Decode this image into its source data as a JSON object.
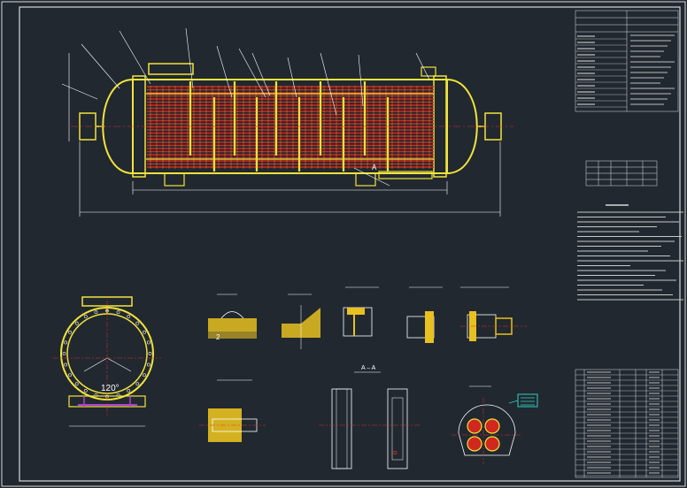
{
  "drawing": {
    "views": {
      "section_aa": "A – A",
      "angle_label": "120°",
      "detail_a_label": "A",
      "detail_2_label": "2",
      "end_marker": "ם"
    },
    "colors": {
      "background": "#212830",
      "border": "#e0e0e0",
      "shell": "#f2e43a",
      "tubes": "#d0281e",
      "tube_bars": "#f2a020",
      "dimension": "#ffffff",
      "nozzle": "#f0e020",
      "weld": "#b040d0",
      "callout": "#30d0c0",
      "detail_fill": "#e8c020"
    }
  }
}
